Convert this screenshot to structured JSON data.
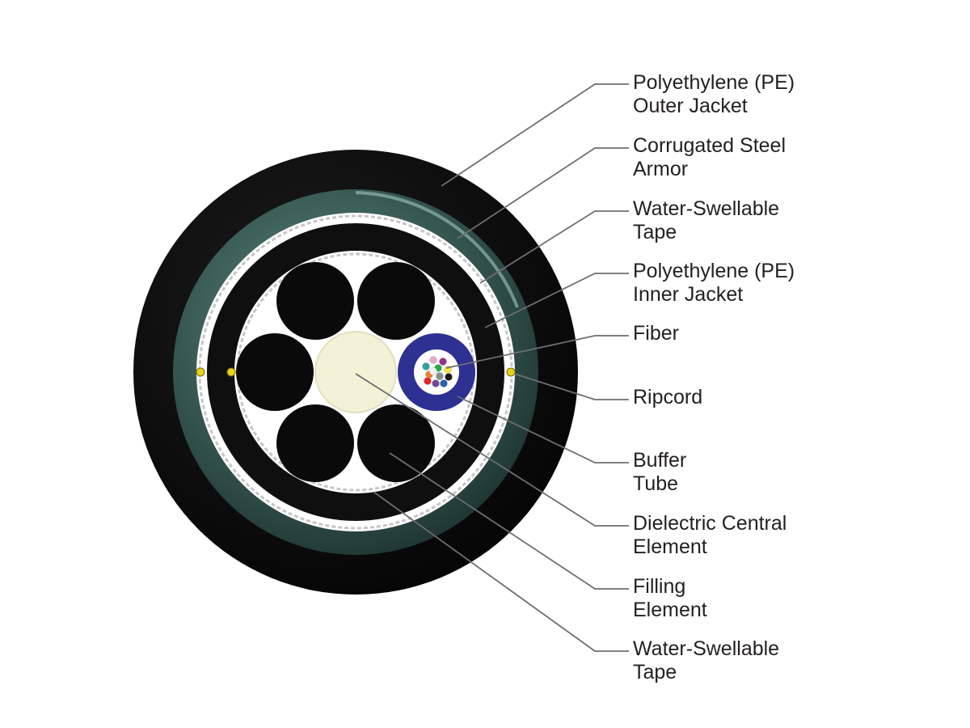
{
  "labels": [
    {
      "id": "pe-outer-jacket",
      "lines": [
        "Polyethylene (PE)",
        "Outer Jacket"
      ]
    },
    {
      "id": "steel-armor",
      "lines": [
        "Corrugated Steel",
        "Armor"
      ]
    },
    {
      "id": "water-tape-outer",
      "lines": [
        "Water-Swellable",
        "Tape"
      ]
    },
    {
      "id": "pe-inner-jacket",
      "lines": [
        "Polyethylene (PE)",
        "Inner Jacket"
      ]
    },
    {
      "id": "fiber",
      "lines": [
        "Fiber"
      ]
    },
    {
      "id": "ripcord",
      "lines": [
        "Ripcord"
      ]
    },
    {
      "id": "buffer-tube",
      "lines": [
        "Buffer",
        "Tube"
      ]
    },
    {
      "id": "central-element",
      "lines": [
        "Dielectric Central",
        "Element"
      ]
    },
    {
      "id": "filling-element",
      "lines": [
        "Filling",
        "Element"
      ]
    },
    {
      "id": "water-tape-inner",
      "lines": [
        "Water-Swellable",
        "Tape"
      ]
    }
  ],
  "colors": {
    "jacket": "#0d0d0d",
    "armor": "#3b5e57",
    "buffer_tube": "#2e3192",
    "central_element": "#f3f1d6",
    "leader_line": "#6d6e71",
    "ripcord": "#e8d21a"
  },
  "fiber_colors": [
    "#e8a9c9",
    "#9b2f8f",
    "#31a3a0",
    "#29a94a",
    "#f2e33c",
    "#ee7d2a",
    "#8b8c8e",
    "#1a1a1a",
    "#e52421",
    "#6e4c9b",
    "#2a5fae",
    "#f2f2f2"
  ]
}
